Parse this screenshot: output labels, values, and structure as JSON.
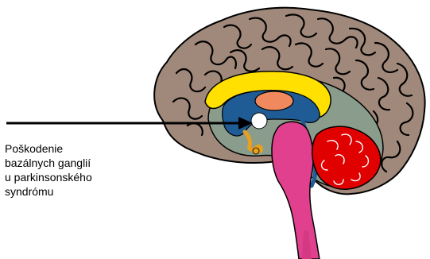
{
  "annotation": {
    "lines": [
      "Poškodenie",
      "bazálnych ganglií",
      "u parkinsonského",
      "syndrómu"
    ]
  },
  "colors": {
    "cortex": "#A0897A",
    "cortex_outline": "#000000",
    "brainstem": "#E0408E",
    "cerebellum": "#E00000",
    "corpus_callosum": "#FFE000",
    "ventricle": "#1F5C96",
    "thalamus": "#F08A5E",
    "inner_region": "#8A9D8C",
    "basal_ganglia_spot": "#FFFFFF",
    "hypothalamus": "#E8A020",
    "arrow": "#000000",
    "text": "#000000"
  },
  "icons": {
    "arrow": "arrow-right-icon"
  }
}
